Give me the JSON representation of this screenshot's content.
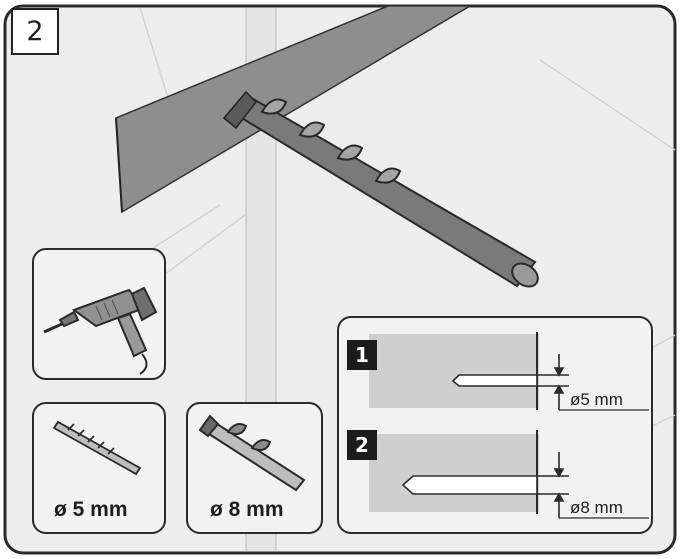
{
  "step": {
    "number": "2"
  },
  "tools": {
    "bit_small": {
      "label": "ø 5 mm"
    },
    "bit_large": {
      "label": "ø 8 mm"
    }
  },
  "depth_guide": {
    "step1": {
      "badge": "1",
      "diameter": "ø5 mm"
    },
    "step2": {
      "badge": "2",
      "diameter": "ø8 mm"
    }
  }
}
